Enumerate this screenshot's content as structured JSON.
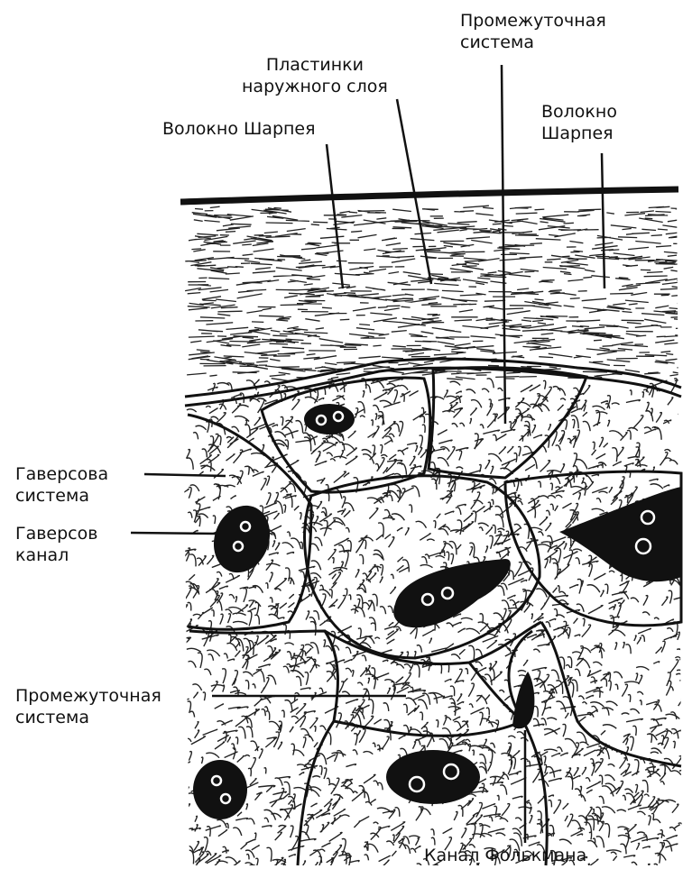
{
  "labels": {
    "interstitial_top": {
      "line1": "Промежуточная",
      "line2": "система"
    },
    "outer_lamellae": {
      "line1": "Пластинки",
      "line2": "наружного слоя"
    },
    "sharpey_left": "Волокно Шарпея",
    "sharpey_right": {
      "line1": "Волокно",
      "line2": "Шарпея"
    },
    "haversian_system": {
      "line1": "Гаверсова",
      "line2": "система"
    },
    "haversian_canal": {
      "line1": "Гаверсов",
      "line2": "канал"
    },
    "interstitial_bottom": {
      "line1": "Промежуточная",
      "line2": "система"
    },
    "volkmann_canal": "Канал Фолькмана"
  },
  "colors": {
    "ink": "#111111",
    "paper": "#ffffff"
  }
}
